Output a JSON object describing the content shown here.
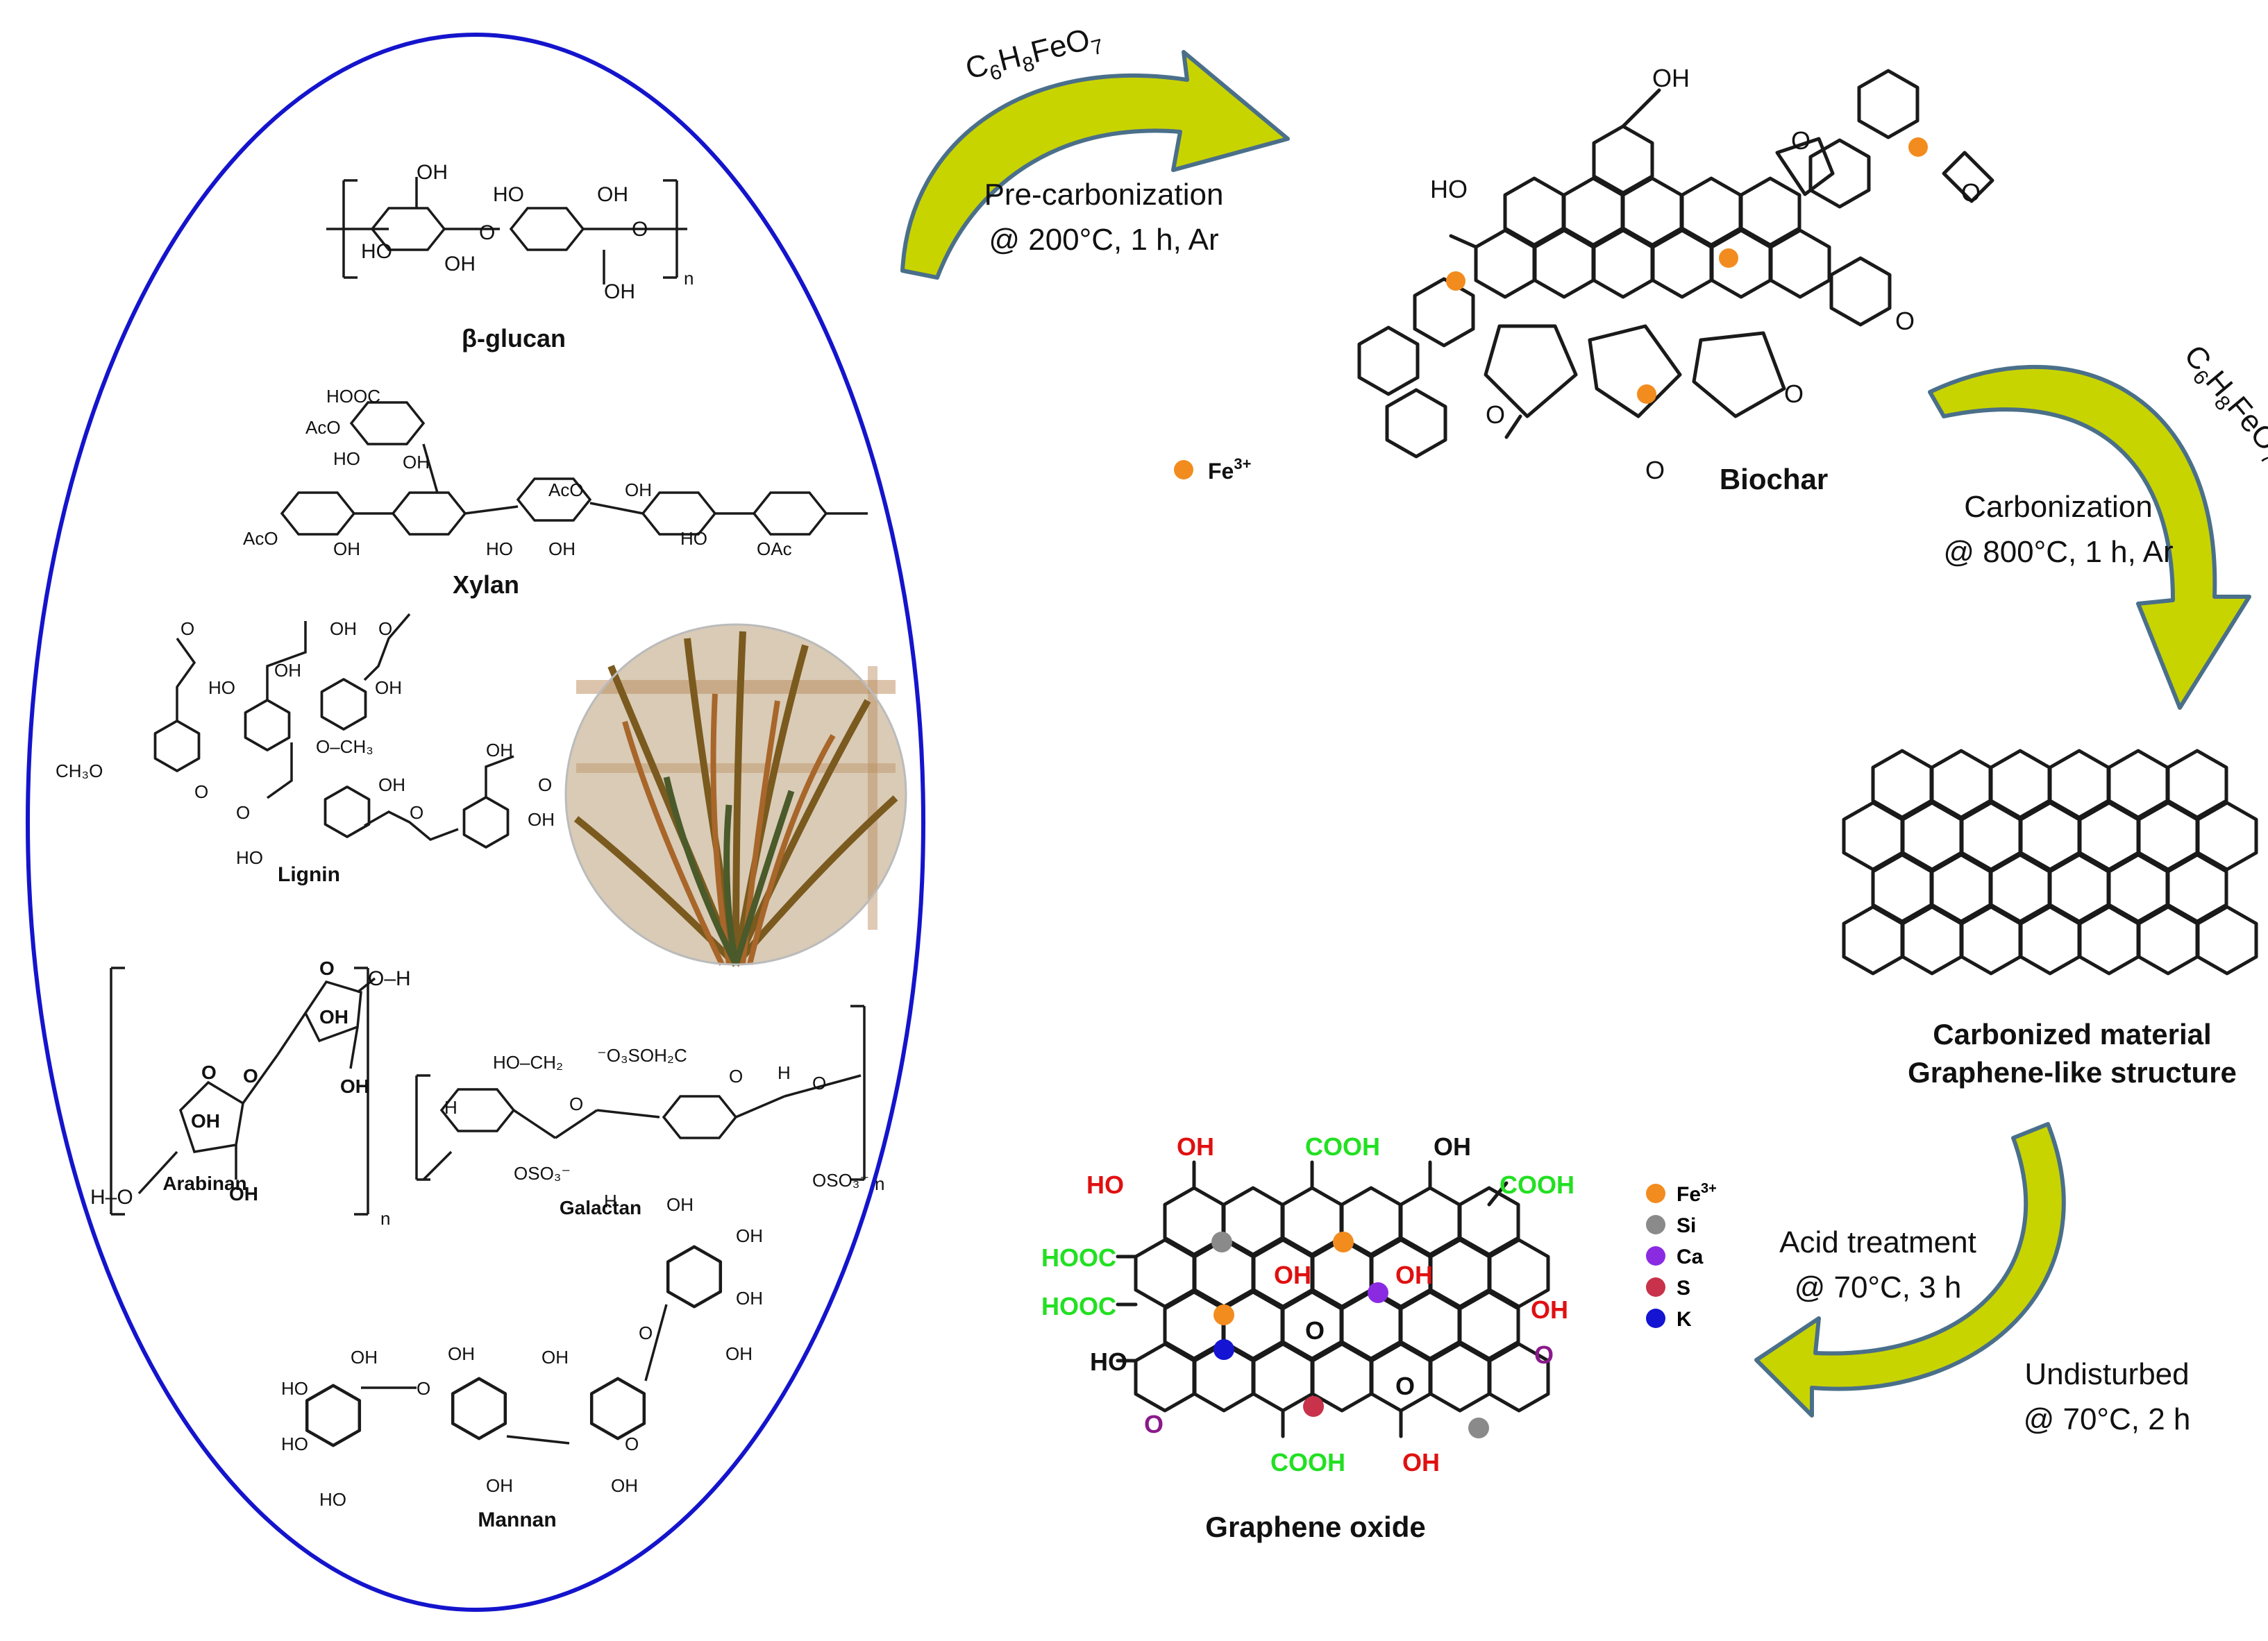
{
  "reagent": {
    "c": "C",
    "c_sub": "6",
    "h": "H",
    "h_sub": "8",
    "fe": "FeO",
    "o_sub": "7"
  },
  "step1": {
    "line1": "Pre-carbonization",
    "line2": "@ 200°C, 1 h, Ar"
  },
  "step2": {
    "line1": "Carbonization",
    "line2": "@ 800°C, 1 h, Ar"
  },
  "step3": {
    "line1": "Acid treatment",
    "line2": "@ 70°C, 3 h",
    "line3": "Undisturbed",
    "line4": "@ 70°C, 2 h"
  },
  "biomass": {
    "beta_glucan": "β-glucan",
    "xylan": "Xylan",
    "lignin": "Lignin",
    "arabinan": "Arabinan",
    "galactan": "Galactan",
    "mannan": "Mannan",
    "labels": {
      "oh": "OH",
      "ho": "HO",
      "o": "O",
      "n": "n",
      "h": "H",
      "aco": "AcO",
      "oac": "OAc",
      "hooc": "HOOC",
      "ch3o": "CH₃O",
      "och3": "O–CH₃",
      "ho_ch2": "HO–CH₂",
      "o3soh2c": "⁻O₃SOH₂C",
      "oso3": "OSO₃⁻",
      "h_o": "H–O",
      "o_h": "O–H"
    }
  },
  "products": {
    "biochar": "Biochar",
    "carbonized_line1": "Carbonized material",
    "carbonized_line2": "Graphene-like structure",
    "graphene_oxide": "Graphene oxide"
  },
  "legend_top": {
    "fe": "Fe",
    "fe_sup": "3+"
  },
  "legend_go": [
    {
      "label": "Fe",
      "sup": "3+",
      "color": "#f28c1e"
    },
    {
      "label": "Si",
      "sup": "",
      "color": "#8a8a8a"
    },
    {
      "label": "Ca",
      "sup": "",
      "color": "#8a2be2"
    },
    {
      "label": "S",
      "sup": "",
      "color": "#c8324a"
    },
    {
      "label": "K",
      "sup": "",
      "color": "#1414d2"
    }
  ],
  "go_groups": {
    "oh": "OH",
    "ho": "HO",
    "cooh": "COOH",
    "hooc": "HOOC",
    "o": "O"
  },
  "colors": {
    "ellipse": "#1414cc",
    "arrow_fill": "#c8d400",
    "arrow_stroke": "#4a6f8a",
    "fe_dot": "#f28c1e",
    "red_group": "#e01010",
    "green_group": "#22e022",
    "purple_o": "#8a1a8a"
  }
}
